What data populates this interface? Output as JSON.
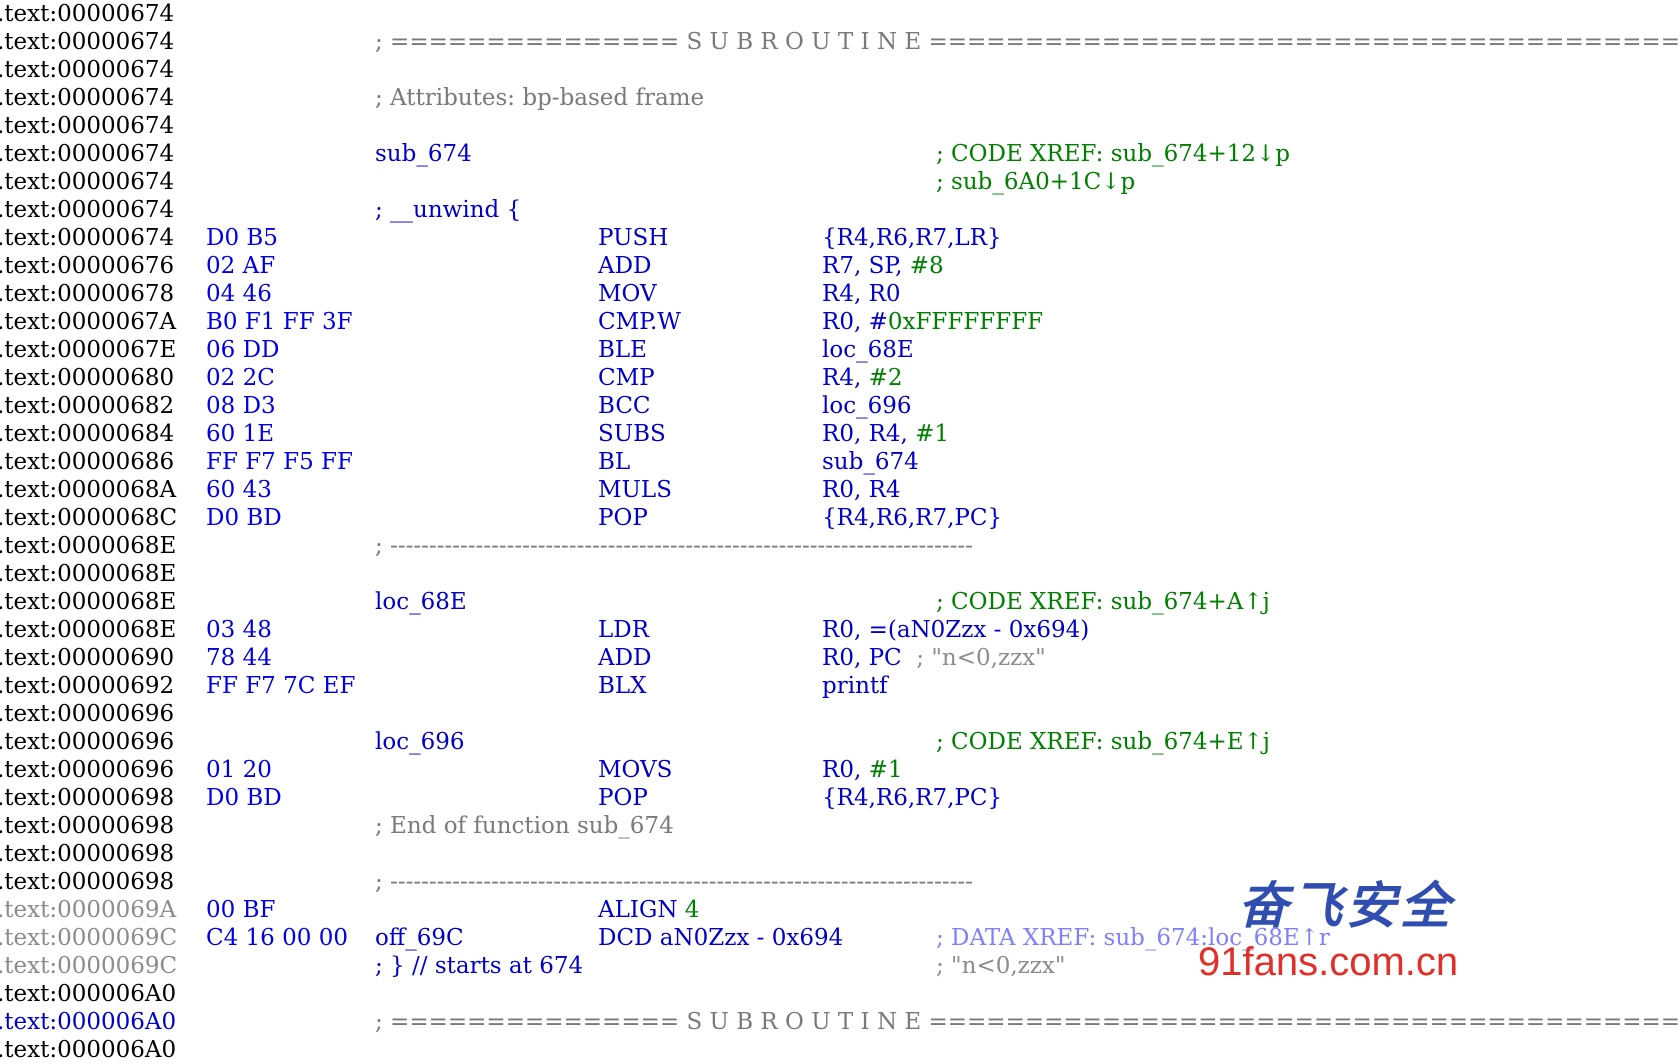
{
  "lines": [
    {
      "addr": ".text:00000674"
    },
    {
      "addr": ".text:00000674",
      "sep": "; =============== S U B R O U T I N E ======================================="
    },
    {
      "addr": ".text:00000674"
    },
    {
      "addr": ".text:00000674",
      "comment": "; Attributes: bp-based frame"
    },
    {
      "addr": ".text:00000674"
    },
    {
      "addr": ".text:00000674",
      "label": "sub_674",
      "xref": "; CODE XREF: sub_674+12↓p"
    },
    {
      "addr": ".text:00000674",
      "xref": "; sub_6A0+1C↓p"
    },
    {
      "addr": ".text:00000674",
      "label": "; __unwind {"
    },
    {
      "addr": ".text:00000674",
      "bytes": "D0 B5",
      "mnem": "PUSH",
      "ops": "{R4,R6,R7,LR}"
    },
    {
      "addr": ".text:00000676",
      "bytes": "02 AF",
      "mnem": "ADD",
      "ops": "R7, SP, ",
      "num": "#8"
    },
    {
      "addr": ".text:00000678",
      "bytes": "04 46",
      "mnem": "MOV",
      "ops": "R4, R0"
    },
    {
      "addr": ".text:0000067A",
      "bytes": "B0 F1 FF 3F",
      "mnem": "CMP.W",
      "ops": "R0, #",
      "num": "0xFFFFFFFF"
    },
    {
      "addr": ".text:0000067E",
      "bytes": "06 DD",
      "mnem": "BLE",
      "ops": "loc_68E"
    },
    {
      "addr": ".text:00000680",
      "bytes": "02 2C",
      "mnem": "CMP",
      "ops": "R4, ",
      "num": "#2"
    },
    {
      "addr": ".text:00000682",
      "bytes": "08 D3",
      "mnem": "BCC",
      "ops": "loc_696"
    },
    {
      "addr": ".text:00000684",
      "bytes": "60 1E",
      "mnem": "SUBS",
      "ops": "R0, R4, ",
      "num": "#1"
    },
    {
      "addr": ".text:00000686",
      "bytes": "FF F7 F5 FF",
      "mnem": "BL",
      "ops": "sub_674"
    },
    {
      "addr": ".text:0000068A",
      "bytes": "60 43",
      "mnem": "MULS",
      "ops": "R0, R4"
    },
    {
      "addr": ".text:0000068C",
      "bytes": "D0 BD",
      "mnem": "POP",
      "ops": "{R4,R6,R7,PC}"
    },
    {
      "addr": ".text:0000068E",
      "sep": "; ---------------------------------------------------------------------------"
    },
    {
      "addr": ".text:0000068E"
    },
    {
      "addr": ".text:0000068E",
      "label": "loc_68E",
      "xref": "; CODE XREF: sub_674+A↑j"
    },
    {
      "addr": ".text:0000068E",
      "bytes": "03 48",
      "mnem": "LDR",
      "ops": "R0, =(aN0Zzx - 0x694)"
    },
    {
      "addr": ".text:00000690",
      "bytes": "78 44",
      "mnem": "ADD",
      "ops": "R0, PC",
      "opcomment": "; \"n<0,zzx\""
    },
    {
      "addr": ".text:00000692",
      "bytes": "FF F7 7C EF",
      "mnem": "BLX",
      "ops": "printf"
    },
    {
      "addr": ".text:00000696"
    },
    {
      "addr": ".text:00000696",
      "label": "loc_696",
      "xref": "; CODE XREF: sub_674+E↑j"
    },
    {
      "addr": ".text:00000696",
      "bytes": "01 20",
      "mnem": "MOVS",
      "ops": "R0, ",
      "num": "#1"
    },
    {
      "addr": ".text:00000698",
      "bytes": "D0 BD",
      "mnem": "POP",
      "ops": "{R4,R6,R7,PC}"
    },
    {
      "addr": ".text:00000698",
      "comment": "; End of function sub_674"
    },
    {
      "addr": ".text:00000698"
    },
    {
      "addr": ".text:00000698",
      "sep": "; ---------------------------------------------------------------------------"
    },
    {
      "addr": ".text:0000069A",
      "grey": true,
      "bytes": "00 BF",
      "mnem": "ALIGN ",
      "num": "4"
    },
    {
      "addr": ".text:0000069C",
      "grey": true,
      "bytes": "C4 16 00 00",
      "label": "off_69C",
      "mnem": "DCD aN0Zzx - 0x694",
      "dataxref": "; DATA XREF: sub_674:loc_68E↑r"
    },
    {
      "addr": ".text:0000069C",
      "grey": true,
      "label": "; } // starts at 674",
      "xrefgrey": "; \"n<0,zzx\""
    },
    {
      "addr": ".text:000006A0"
    },
    {
      "addr": ".text:000006A0",
      "addrblue": true,
      "sep": "; =============== S U B R O U T I N E ======================================="
    },
    {
      "addr": ".text:000006A0"
    }
  ],
  "watermark": {
    "logo_text": "奋飞安全",
    "site": "91fans.com.cn"
  },
  "colors": {
    "background": "#ffffff",
    "code": "#0000c8",
    "number": "#008000",
    "comment": "#7a7a7a",
    "xref": "#008000",
    "watermark_red": "#e0302a",
    "watermark_blue": "#1a3aa8"
  }
}
